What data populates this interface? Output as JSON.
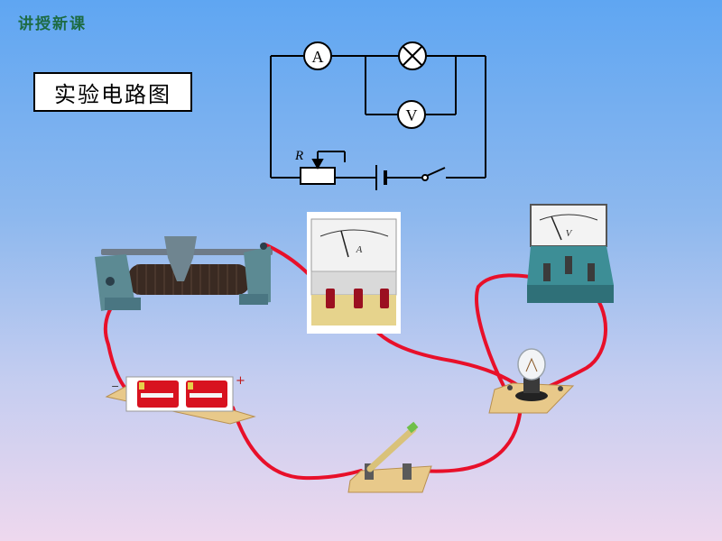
{
  "header": {
    "title": "讲授新课"
  },
  "lesson_label": "实验电路图",
  "schematic": {
    "ammeter_symbol": "A",
    "voltmeter_symbol": "V",
    "rheostat_symbol": "R"
  },
  "components": {
    "ammeter_face_symbol": "A",
    "voltmeter_face_symbol": "V",
    "battery_plus": "+",
    "battery_minus": "−"
  },
  "colors": {
    "wire": "#e8102a",
    "schematic": "#000000",
    "header": "#1d6b44"
  }
}
